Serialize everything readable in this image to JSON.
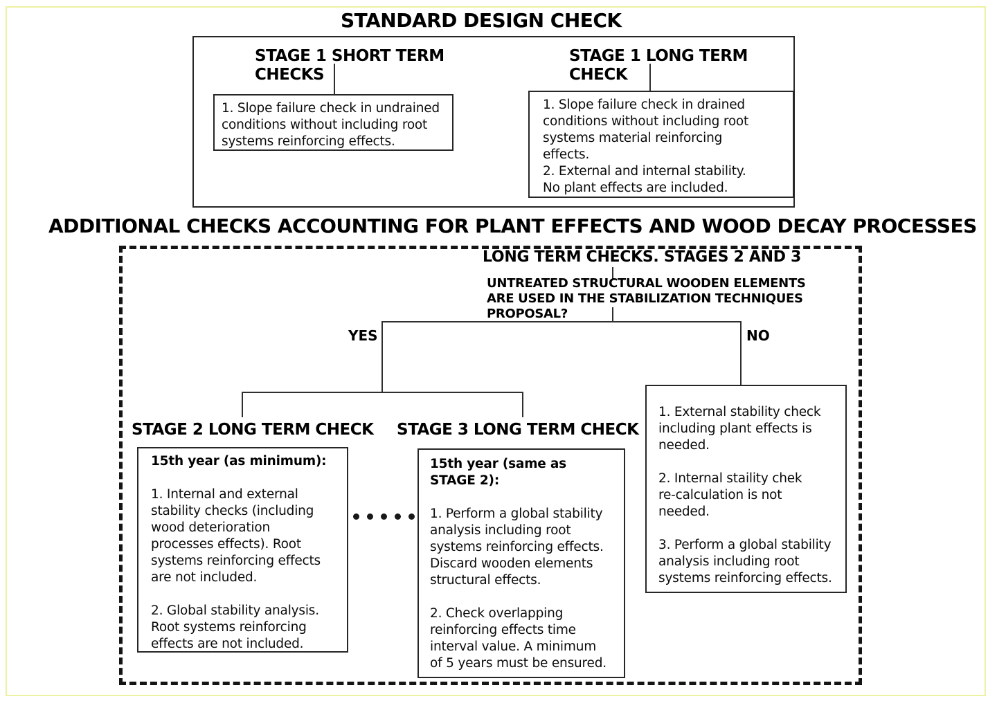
{
  "colors": {
    "frame_border": "#edf2a2",
    "box_border": "#262626",
    "connector_line": "#2f2f2f",
    "text": "#000000",
    "background": "#ffffff"
  },
  "standard": {
    "title": "STANDARD DESIGN CHECK",
    "short_heading": "STAGE 1 SHORT TERM\nCHECKS",
    "short_body": "1. Slope failure check in undrained\nconditions without including root\nsystems reinforcing effects.",
    "long_heading": "STAGE 1 LONG TERM\nCHECK",
    "long_body": "1. Slope failure check in drained\nconditions without including root\nsystems material reinforcing\neffects.\n2. External and internal stability.\nNo plant effects are included."
  },
  "additional": {
    "title": "ADDITIONAL CHECKS ACCOUNTING FOR PLANT EFFECTS AND WOOD DECAY PROCESSES",
    "subtitle": "LONG TERM CHECKS. STAGES 2 AND 3",
    "question": "UNTREATED STRUCTURAL WOODEN ELEMENTS\nARE USED IN THE STABILIZATION TECHNIQUES\nPROPOSAL?",
    "yes_label": "YES",
    "no_label": "NO",
    "stage2_heading": "STAGE 2 LONG TERM CHECK",
    "stage2_title": "15th year (as minimum):",
    "stage2_body": "1. Internal and external\nstability checks (including\nwood deterioration\nprocesses effects). Root\nsystems reinforcing effects\nare not included.\n\n2. Global stability analysis.\nRoot systems reinforcing\neffects are not included.",
    "stage3_heading": "STAGE 3 LONG TERM CHECK",
    "stage3_title": "15th year (same as\nSTAGE 2):",
    "stage3_body": "1. Perform a global stability\nanalysis including root\nsystems reinforcing effects.\nDiscard wooden elements\nstructural effects.\n\n2. Check overlapping\nreinforcing effects time\ninterval value. A minimum\nof 5 years must be ensured.",
    "no_body": "1. External stability check\nincluding plant effects is\nneeded.\n\n2. Internal staility chek\nre-calculation is not\nneeded.\n\n3. Perform a global stability\nanalysis including root\nsystems reinforcing effects."
  }
}
